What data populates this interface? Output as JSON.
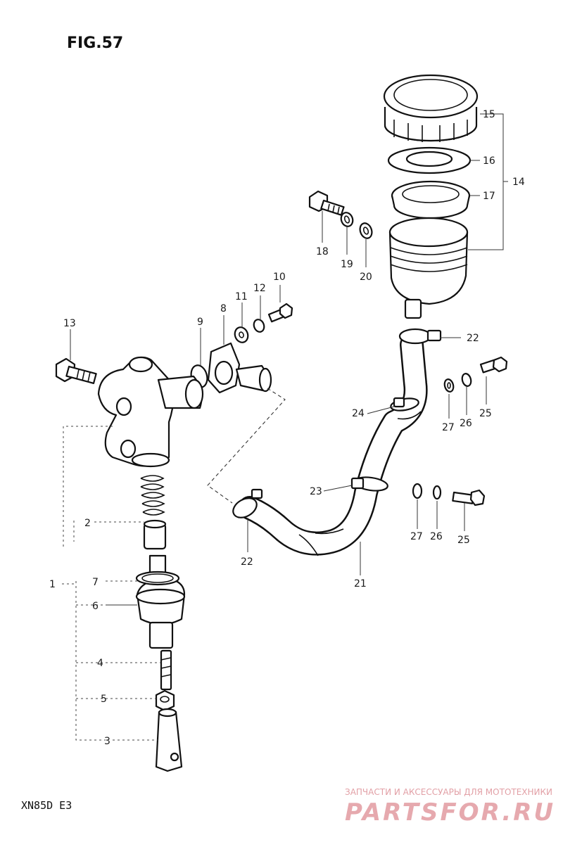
{
  "figure": {
    "title": "FIG.57",
    "model_code": "XN85D E3"
  },
  "callouts": {
    "c1": "1",
    "c2": "2",
    "c3": "3",
    "c4": "4",
    "c5": "5",
    "c6": "6",
    "c7": "7",
    "c8": "8",
    "c9": "9",
    "c10": "10",
    "c11": "11",
    "c12": "12",
    "c13": "13",
    "c14": "14",
    "c15": "15",
    "c16": "16",
    "c17": "17",
    "c18": "18",
    "c19": "19",
    "c20": "20",
    "c21": "21",
    "c22a": "22",
    "c22b": "22",
    "c23": "23",
    "c24": "24",
    "c25a": "25",
    "c25b": "25",
    "c26a": "26",
    "c26b": "26",
    "c27a": "27",
    "c27b": "27"
  },
  "watermark": {
    "tagline": "ЗАПЧАСТИ И АКСЕССУАРЫ ДЛЯ МОТОТЕХНИКИ",
    "brand": "PARTSFOR.RU"
  }
}
